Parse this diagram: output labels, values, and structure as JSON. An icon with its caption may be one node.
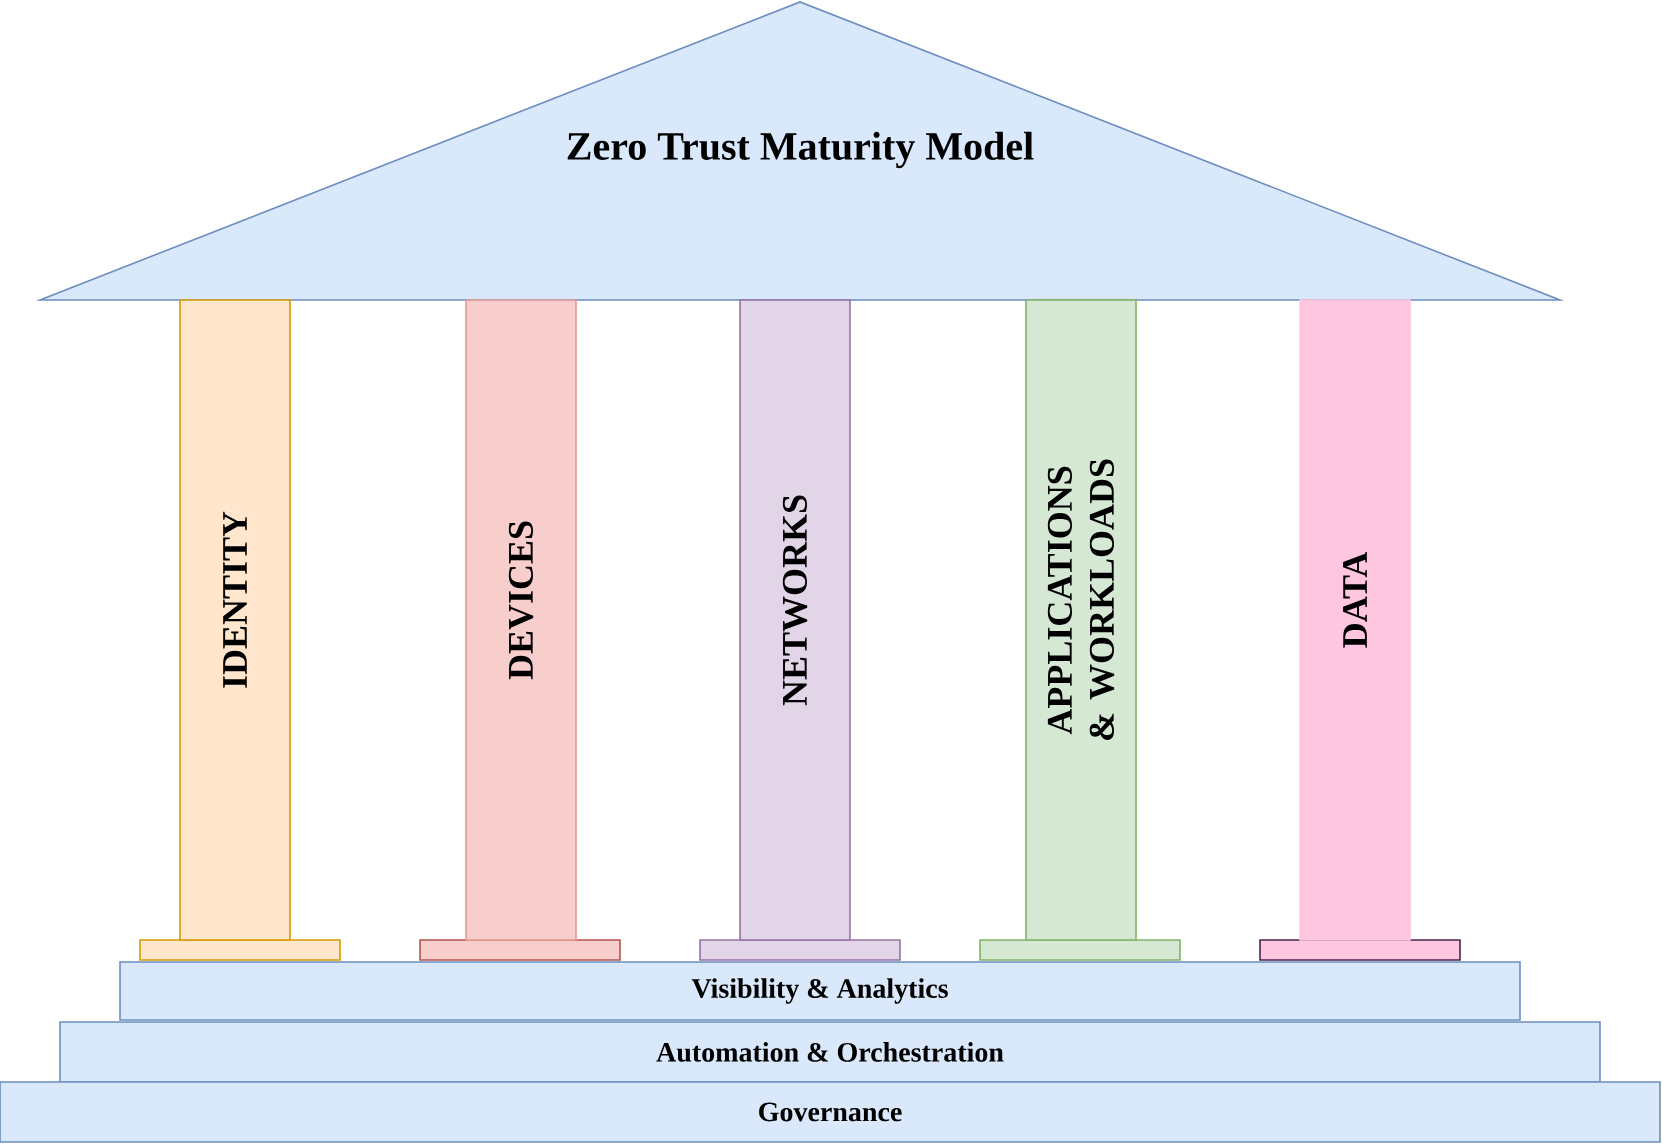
{
  "diagram": {
    "nodes": [
      {
        "text": [
          "Zero Trust Maturity Model"
        ]
      },
      {
        "text": [
          "IDENTITY"
        ]
      },
      {
        "text": [
          "DEVICES"
        ]
      },
      {
        "text": [
          "NETWORKS"
        ]
      },
      {
        "text": [
          "APPLICATIONS & WORKLOADS"
        ]
      },
      {
        "text": [
          "DATA"
        ]
      },
      {
        "text": [
          "Visibility & Analytics"
        ]
      },
      {
        "text": [
          "Automation & Orchestration"
        ]
      },
      {
        "text": [
          "Governance"
        ]
      }
    ],
    "edges": []
  }
}
